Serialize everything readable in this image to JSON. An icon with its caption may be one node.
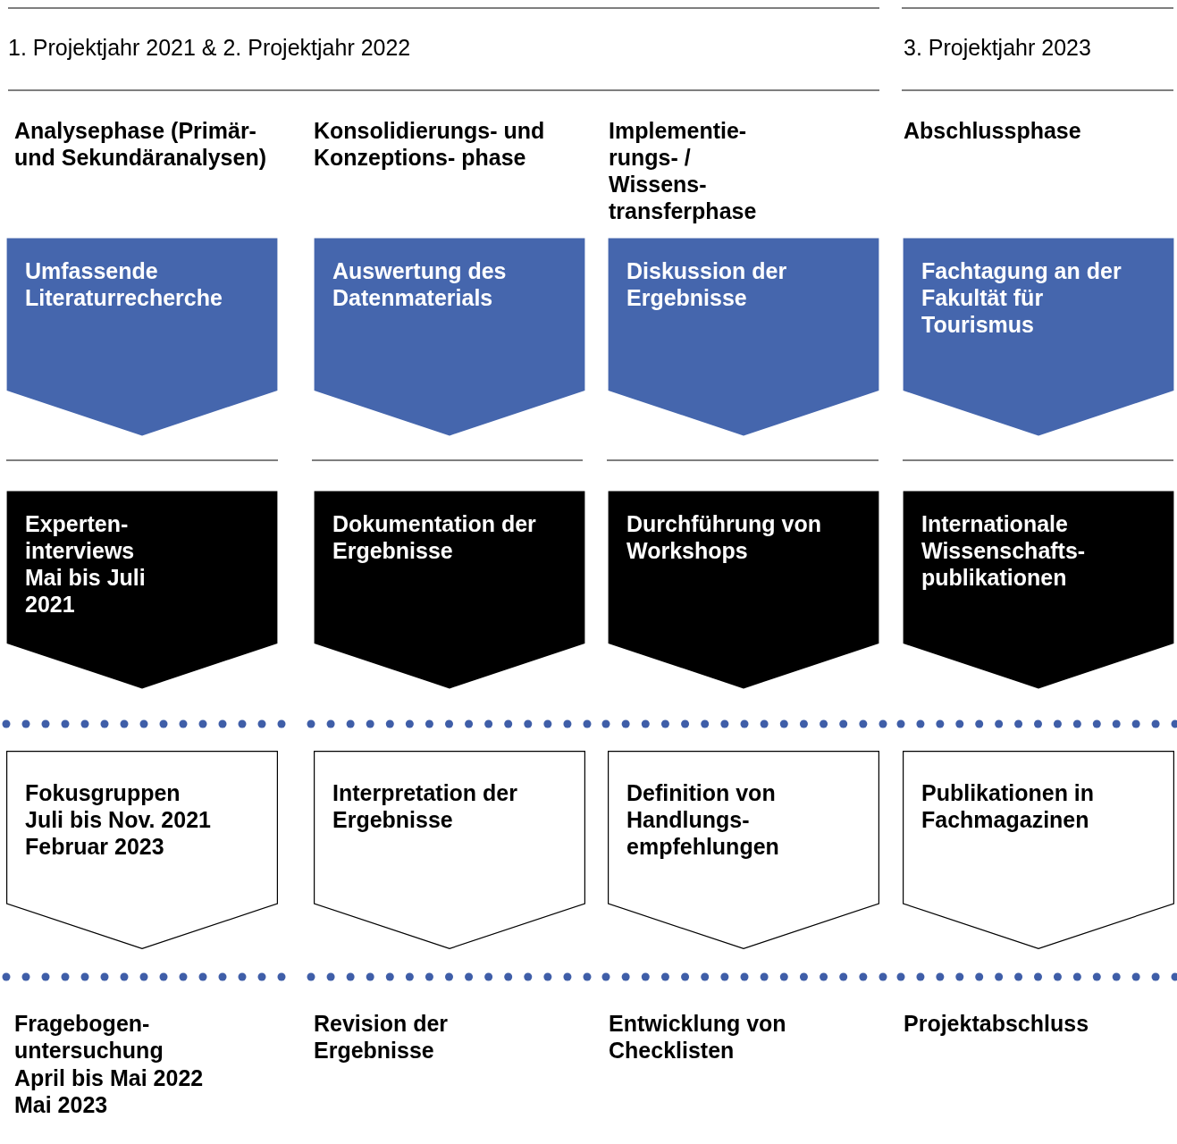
{
  "diagram": {
    "nodes": [
      {
        "text": [
          "Umfassende Literaturrecherche"
        ]
      },
      {
        "text": [
          "Auswertung des Datenmaterials"
        ]
      },
      {
        "text": [
          "Diskussion der Ergebnisse"
        ]
      },
      {
        "text": [
          "Fachtagung an der Fakultät für Tourismus"
        ]
      },
      {
        "text": [
          "Experten- interviews",
          "Mai bis Juli 2021"
        ]
      },
      {
        "text": [
          "Dokumentation der Ergebnisse"
        ]
      },
      {
        "text": [
          "Durchführung von Workshops"
        ]
      },
      {
        "text": [
          "Internationale Wissenschafts- publikationen"
        ]
      },
      {
        "text": [
          "Fokusgruppen",
          "Juli bis Nov. 2021",
          "Februar 2023"
        ]
      },
      {
        "text": [
          "Interpretation der Ergebnisse"
        ]
      },
      {
        "text": [
          "Definition von Handlungs- empfehlungen"
        ]
      },
      {
        "text": [
          "Publikationen in Fachmagazinen"
        ]
      }
    ],
    "labels": [
      "1. Projektjahr 2021 & 2. Projektjahr 2022",
      "3. Projektjahr 2023",
      "Analysephase (Primär- und Sekundäranalysen)",
      "Konsolidierungs- und Konzeptions- phase",
      "Implementie- rungs- / Wissens- transferphase",
      "Abschlussphase",
      "Fragebogen- untersuchung",
      "April bis Mai 2022",
      "Mai 2023",
      "Revision der Ergebnisse",
      "Entwicklung von Checklisten",
      "Projektabschluss"
    ]
  }
}
